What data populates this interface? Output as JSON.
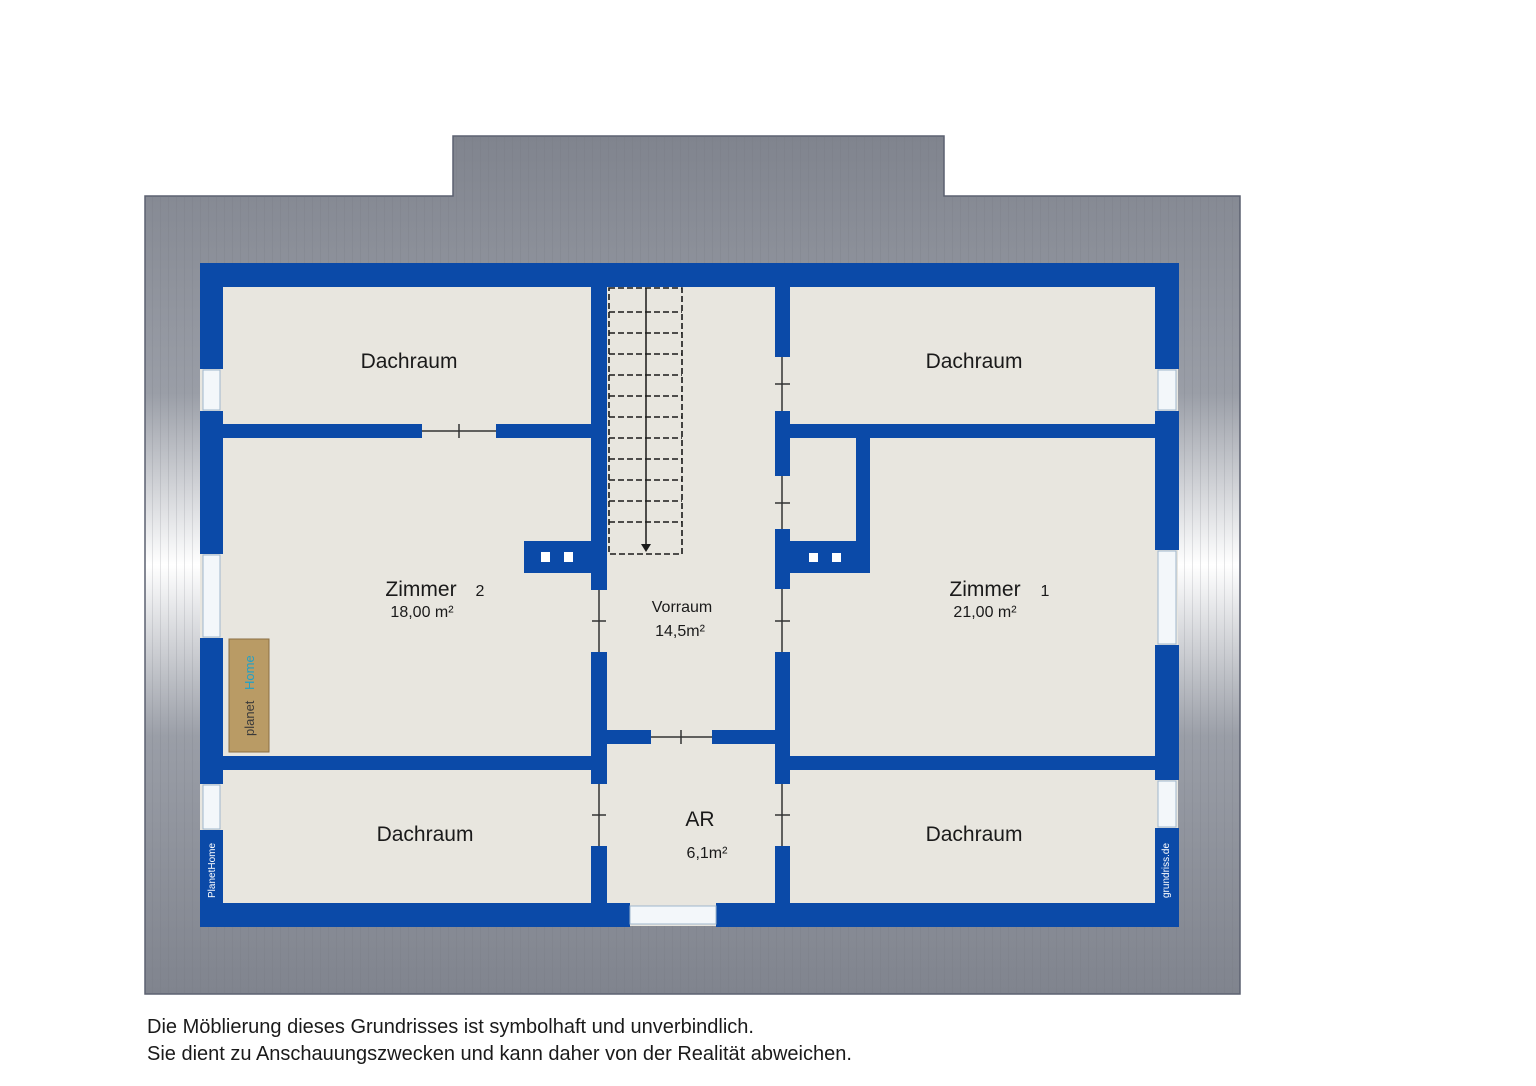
{
  "rooms": {
    "dachraum_top_left": "Dachraum",
    "dachraum_top_right": "Dachraum",
    "dachraum_bottom_left": "Dachraum",
    "dachraum_bottom_right": "Dachraum",
    "zimmer2": {
      "name": "Zimmer",
      "number": "2",
      "area": "18,00 m²"
    },
    "zimmer1": {
      "name": "Zimmer",
      "number": "1",
      "area": "21,00 m²"
    },
    "vorraum": {
      "name": "Vorraum",
      "area": "14,5m²"
    },
    "ar": {
      "name": "AR",
      "area": "6,1m²"
    }
  },
  "logo": {
    "text_planet": "planet",
    "text_home": "Home"
  },
  "brand": {
    "left": "PlanetHome",
    "right": "grundriss.de"
  },
  "disclaimer": {
    "line1": "Die Möblierung dieses Grundrisses ist symbolhaft und unverbindlich.",
    "line2": "Sie dient zu Anschauungszwecken und kann daher von der Realität abweichen."
  },
  "colors": {
    "wall": "#0b4aa8",
    "floor": "#e8e6df",
    "roof": "#8e929c"
  }
}
